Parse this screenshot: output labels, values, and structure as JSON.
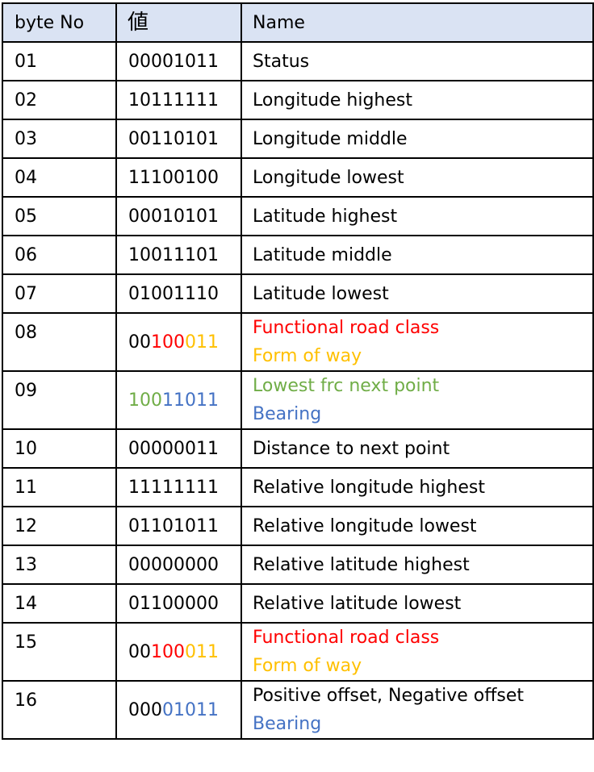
{
  "colors": {
    "header_bg": "#dae3f3",
    "border": "#000000",
    "text": "#000000",
    "red": "#ff0000",
    "orange": "#ffc000",
    "green": "#70ad47",
    "blue": "#4472c4"
  },
  "header": {
    "byte_no": "byte No",
    "value": "値",
    "name": "Name"
  },
  "rows": [
    {
      "no": "01",
      "value": [
        {
          "text": "00001011",
          "color": "#000000"
        }
      ],
      "names": [
        {
          "text": "Status",
          "color": "#000000"
        }
      ]
    },
    {
      "no": "02",
      "value": [
        {
          "text": "10111111",
          "color": "#000000"
        }
      ],
      "names": [
        {
          "text": "Longitude highest",
          "color": "#000000"
        }
      ]
    },
    {
      "no": "03",
      "value": [
        {
          "text": "00110101",
          "color": "#000000"
        }
      ],
      "names": [
        {
          "text": "Longitude middle",
          "color": "#000000"
        }
      ]
    },
    {
      "no": "04",
      "value": [
        {
          "text": "11100100",
          "color": "#000000"
        }
      ],
      "names": [
        {
          "text": "Longitude lowest",
          "color": "#000000"
        }
      ]
    },
    {
      "no": "05",
      "value": [
        {
          "text": "00010101",
          "color": "#000000"
        }
      ],
      "names": [
        {
          "text": "Latitude highest",
          "color": "#000000"
        }
      ]
    },
    {
      "no": "06",
      "value": [
        {
          "text": "10011101",
          "color": "#000000"
        }
      ],
      "names": [
        {
          "text": "Latitude middle",
          "color": "#000000"
        }
      ]
    },
    {
      "no": "07",
      "value": [
        {
          "text": "01001110",
          "color": "#000000"
        }
      ],
      "names": [
        {
          "text": "Latitude lowest",
          "color": "#000000"
        }
      ]
    },
    {
      "no": "08",
      "value": [
        {
          "text": "00",
          "color": "#000000"
        },
        {
          "text": "100",
          "color": "#ff0000"
        },
        {
          "text": "011",
          "color": "#ffc000"
        }
      ],
      "names": [
        {
          "text": "Functional road class",
          "color": "#ff0000"
        },
        {
          "text": "Form of way",
          "color": "#ffc000"
        }
      ]
    },
    {
      "no": "09",
      "value": [
        {
          "text": "100",
          "color": "#70ad47"
        },
        {
          "text": "11011",
          "color": "#4472c4"
        }
      ],
      "names": [
        {
          "text": "Lowest frc next point",
          "color": "#70ad47"
        },
        {
          "text": "Bearing",
          "color": "#4472c4"
        }
      ]
    },
    {
      "no": "10",
      "value": [
        {
          "text": "00000011",
          "color": "#000000"
        }
      ],
      "names": [
        {
          "text": "Distance to next point",
          "color": "#000000"
        }
      ]
    },
    {
      "no": "11",
      "value": [
        {
          "text": "11111111",
          "color": "#000000"
        }
      ],
      "names": [
        {
          "text": "Relative longitude highest",
          "color": "#000000"
        }
      ]
    },
    {
      "no": "12",
      "value": [
        {
          "text": "01101011",
          "color": "#000000"
        }
      ],
      "names": [
        {
          "text": "Relative longitude lowest",
          "color": "#000000"
        }
      ]
    },
    {
      "no": "13",
      "value": [
        {
          "text": "00000000",
          "color": "#000000"
        }
      ],
      "names": [
        {
          "text": "Relative latitude highest",
          "color": "#000000"
        }
      ]
    },
    {
      "no": "14",
      "value": [
        {
          "text": "01100000",
          "color": "#000000"
        }
      ],
      "names": [
        {
          "text": "Relative latitude lowest",
          "color": "#000000"
        }
      ]
    },
    {
      "no": "15",
      "value": [
        {
          "text": "00",
          "color": "#000000"
        },
        {
          "text": "100",
          "color": "#ff0000"
        },
        {
          "text": "011",
          "color": "#ffc000"
        }
      ],
      "names": [
        {
          "text": "Functional road class",
          "color": "#ff0000"
        },
        {
          "text": "Form of way",
          "color": "#ffc000"
        }
      ]
    },
    {
      "no": "16",
      "value": [
        {
          "text": "000",
          "color": "#000000"
        },
        {
          "text": "01011",
          "color": "#4472c4"
        }
      ],
      "names": [
        {
          "text": "Positive offset, Negative offset",
          "color": "#000000"
        },
        {
          "text": "Bearing",
          "color": "#4472c4"
        }
      ]
    }
  ]
}
